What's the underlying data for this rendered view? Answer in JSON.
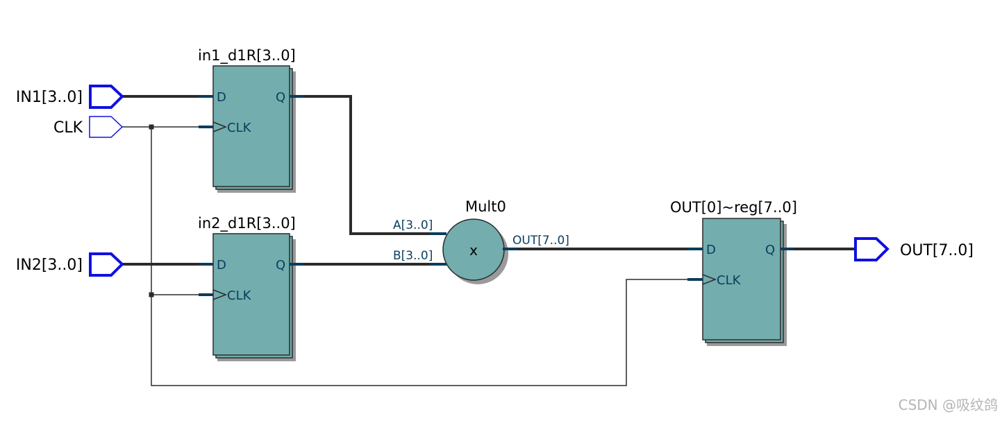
{
  "ports": {
    "in1": "IN1[3..0]",
    "clk": "CLK",
    "in2": "IN2[3..0]",
    "out": "OUT[7..0]"
  },
  "blocks": {
    "reg1": {
      "title": "in1_d1R[3..0]",
      "d": "D",
      "q": "Q",
      "clk": "CLK"
    },
    "reg2": {
      "title": "in2_d1R[3..0]",
      "d": "D",
      "q": "Q",
      "clk": "CLK"
    },
    "mult": {
      "title": "Mult0",
      "symbol": "x",
      "a": "A[3..0]",
      "b": "B[3..0]",
      "out": "OUT[7..0]"
    },
    "reg3": {
      "title": "OUT[0]~reg[7..0]",
      "d": "D",
      "q": "Q",
      "clk": "CLK"
    }
  },
  "watermark": "CSDN @吸纹鸽",
  "colors": {
    "block_fill": "#73adad",
    "block_shadow": "#9a9a9a",
    "port_blue": "#1010e0",
    "wire": "#2b2b2b",
    "pin_stub": "#0c3c5c"
  }
}
